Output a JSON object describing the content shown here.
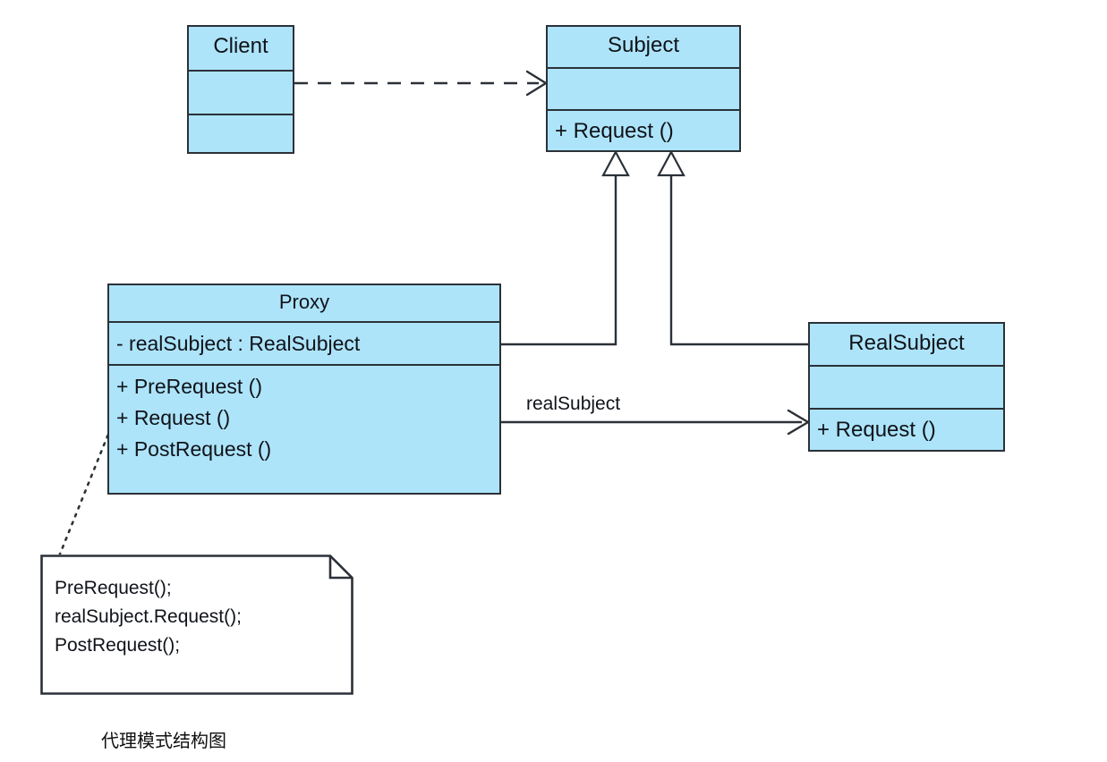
{
  "diagram": {
    "kind": "uml-class-diagram",
    "caption": "代理模式结构图",
    "colors": {
      "class_fill": "#ade4f9",
      "stroke": "#2b3138",
      "text": "#10131a",
      "note_fill": "#ffffff",
      "background": "#ffffff"
    },
    "classes": [
      {
        "id": "client",
        "name": "Client",
        "attributes": [],
        "operations": []
      },
      {
        "id": "subject",
        "name": "Subject",
        "attributes": [],
        "operations": [
          "+ Request ()"
        ]
      },
      {
        "id": "proxy",
        "name": "Proxy",
        "attributes": [
          "- realSubject : RealSubject"
        ],
        "operations": [
          "+ PreRequest ()",
          "+ Request ()",
          "+ PostRequest ()"
        ]
      },
      {
        "id": "realsubject",
        "name": "RealSubject",
        "attributes": [],
        "operations": [
          "+ Request ()"
        ]
      }
    ],
    "relationships": [
      {
        "id": "client-uses-subject",
        "type": "dependency",
        "style": "dashed",
        "arrowhead": "open",
        "from": "client",
        "to": "subject",
        "label": ""
      },
      {
        "id": "proxy-implements-subject",
        "type": "generalization",
        "style": "solid",
        "arrowhead": "hollow-triangle",
        "from": "proxy",
        "to": "subject",
        "label": ""
      },
      {
        "id": "realsubject-implements-subject",
        "type": "generalization",
        "style": "solid",
        "arrowhead": "hollow-triangle",
        "from": "realsubject",
        "to": "subject",
        "label": ""
      },
      {
        "id": "proxy-association-realsubject",
        "type": "association",
        "style": "solid",
        "arrowhead": "open",
        "from": "proxy",
        "to": "realsubject",
        "label": "realSubject"
      },
      {
        "id": "proxy-note-anchor",
        "type": "note-anchor",
        "style": "dotted",
        "arrowhead": "none",
        "from": "proxy",
        "to": "note",
        "label": ""
      }
    ],
    "notes": [
      {
        "id": "note",
        "lines": [
          "PreRequest();",
          "realSubject.Request();",
          "PostRequest();"
        ]
      }
    ]
  }
}
